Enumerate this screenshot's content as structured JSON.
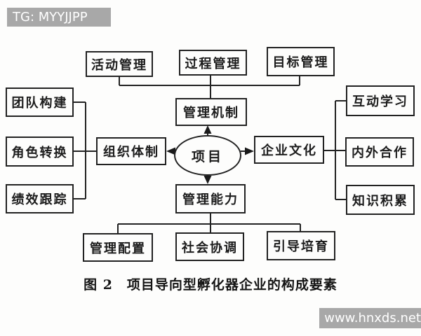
{
  "watermark_top": {
    "label": "TG: MYYJJPP"
  },
  "watermark_bottom": {
    "label": "www.hnxds.net"
  },
  "diagram": {
    "center": {
      "label": "项目"
    },
    "hub_top": {
      "label": "管理机制"
    },
    "hub_bottom": {
      "label": "管理能力"
    },
    "hub_left": {
      "label": "组织体制"
    },
    "hub_right": {
      "label": "企业文化"
    },
    "top_row": [
      {
        "label": "活动管理"
      },
      {
        "label": "过程管理"
      },
      {
        "label": "目标管理"
      }
    ],
    "bottom_row": [
      {
        "label": "管理配置"
      },
      {
        "label": "社会协调"
      },
      {
        "label": "引导培育"
      }
    ],
    "left_column": [
      {
        "label": "团队构建"
      },
      {
        "label": "角色转换"
      },
      {
        "label": "绩效跟踪"
      }
    ],
    "right_column": [
      {
        "label": "互动学习"
      },
      {
        "label": "内外合作"
      },
      {
        "label": "知识积累"
      }
    ]
  },
  "caption": "图 2　项目导向型孵化器企业的构成要素",
  "colors": {
    "line": "#222222",
    "background": "#fdfdfc",
    "watermark_bg": "#a8a8a8",
    "watermark_text": "#ffffff"
  }
}
